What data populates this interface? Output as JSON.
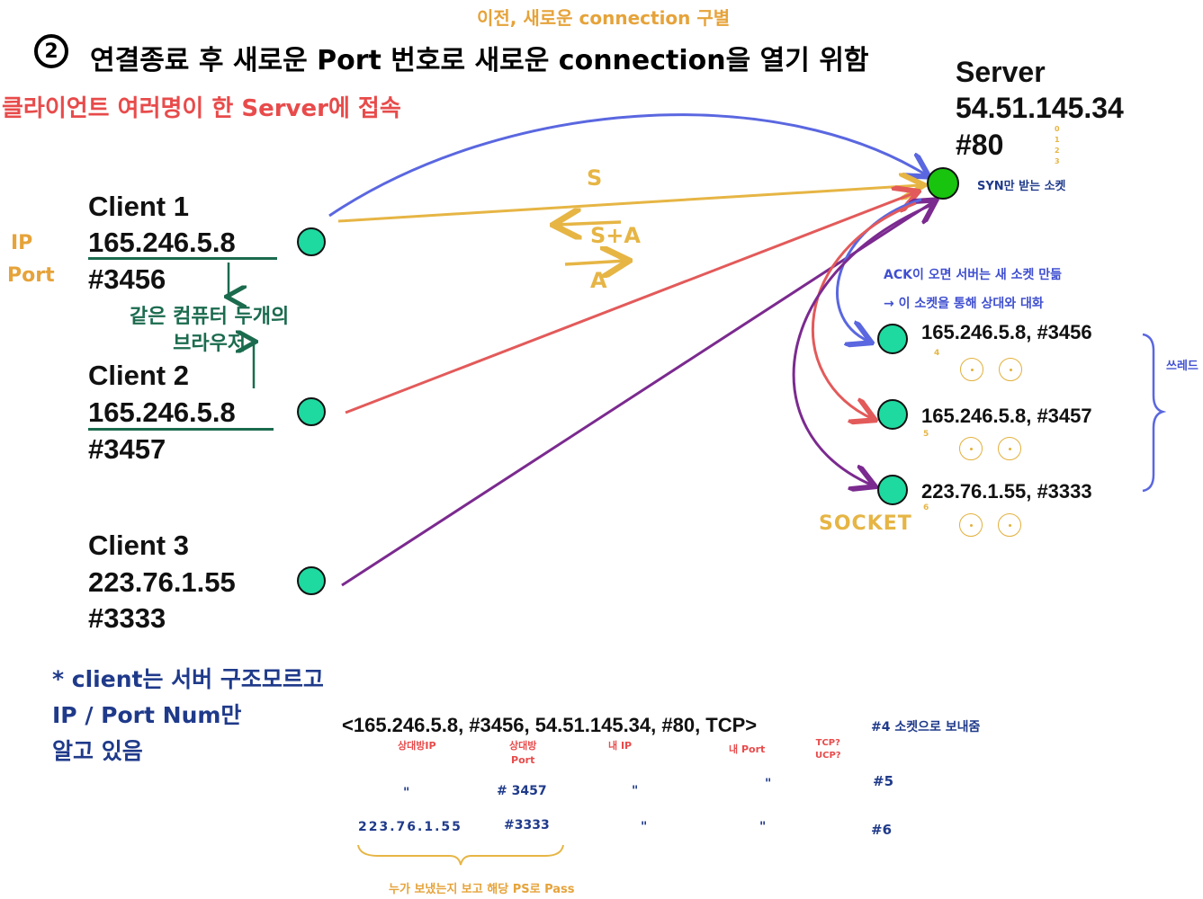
{
  "colors": {
    "blue_arrow": "#5a67e0",
    "yellow_arrow": "#e6b544",
    "red_arrow": "#e35a5a",
    "purple_arrow": "#7b2a8f",
    "node_fill": "#1ed9a0",
    "server_fill": "#18c40e",
    "note_navy": "#1f3a8a",
    "note_green": "#1b6b4e",
    "note_orange": "#e6a33a",
    "note_red": "#e84b4b"
  },
  "title": {
    "number": "2",
    "text": "연결종료 후  새로운 Port 번호로  새로운 connection을 열기 위함"
  },
  "top_note": "이전, 새로운  connection 구별",
  "subtitle": "클라이언트 여러명이 한 Server에 접속",
  "labels": {
    "ip": "IP",
    "port": "Port"
  },
  "clients": [
    {
      "name": "Client 1",
      "ip": "165.246.5.8",
      "port": "#3456"
    },
    {
      "name": "Client 2",
      "ip": "165.246.5.8",
      "port": "#3457"
    },
    {
      "name": "Client 3",
      "ip": "223.76.1.55",
      "port": "#3333"
    }
  ],
  "same_pc_note": "같은 컴퓨터 두개의\n브라우저",
  "server": {
    "name": "Server",
    "ip": "54.51.145.34",
    "port": "#80",
    "socket_numbers": "0\n1\n2\n3",
    "syn_note": "SYN만 받는 소켓"
  },
  "handshake": {
    "s": "S",
    "sa": "S+A",
    "a": "A"
  },
  "ack_note": "ACK이 오면 서버는 새 소켓 만듦\n→ 이 소켓을 통해 상대와 대화",
  "sockets": [
    {
      "label": "165.246.5.8, #3456",
      "index": "4"
    },
    {
      "label": "165.246.5.8, #3457",
      "index": "5"
    },
    {
      "label": "223.76.1.55, #3333",
      "index": "6"
    }
  ],
  "thread_label": "쓰레드",
  "socket_label": "SOCKET",
  "client_note": "* client는 서버 구조모르고\nIP / Port Num만\n알고 있음",
  "tuple": {
    "text": "<165.246.5.8, #3456, 54.51.145.34, #80, TCP>",
    "headers": [
      "상대방IP",
      "상대방\nPort",
      "내 IP",
      "내 Port",
      "TCP?\nUCP?"
    ],
    "row1_socket": "#4 소켓으로 보내줌",
    "row2": [
      "\"",
      "# 3457",
      "\"",
      "\"",
      "#5"
    ],
    "row3": [
      "223.76.1.55",
      "#3333",
      "\"",
      "\"",
      "#6"
    ],
    "bottom_note": "누가 보냈는지 보고  해당 PS로  Pass"
  }
}
